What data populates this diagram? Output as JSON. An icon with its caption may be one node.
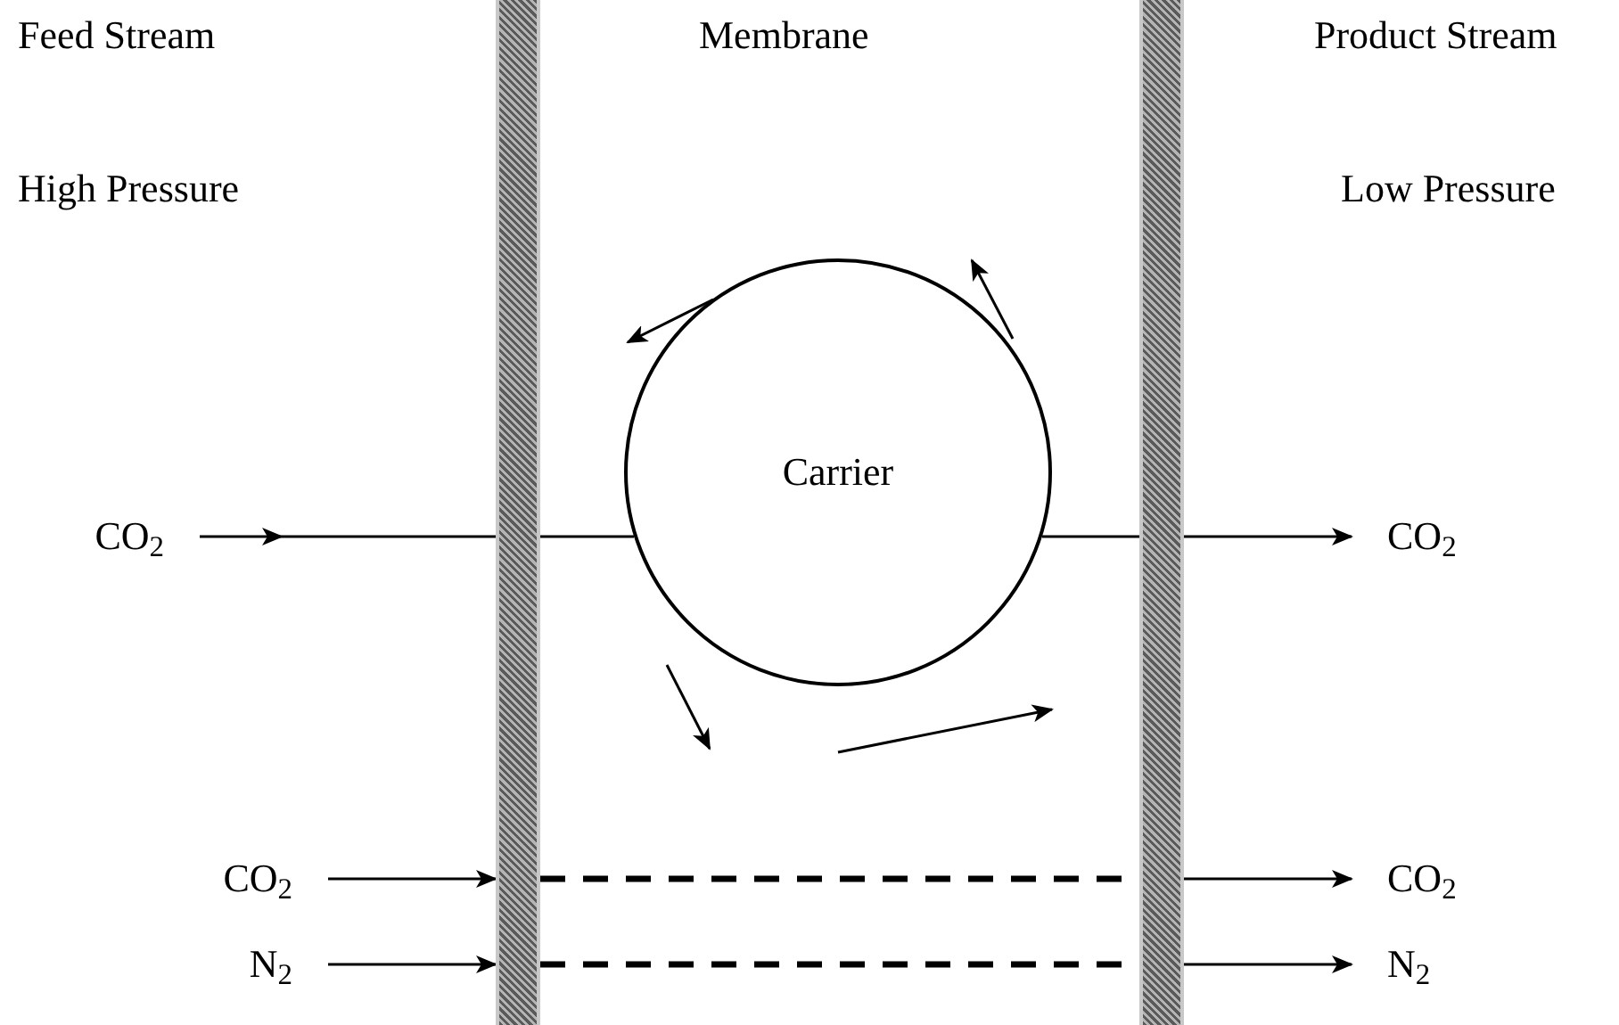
{
  "diagram": {
    "nodes": [
      {
        "text": [
          "CO$_{2}$"
        ]
      },
      {
        "text": [],
        "shape": "bar"
      },
      {
        "text": [
          "Carrier"
        ]
      },
      {
        "text": [],
        "shape": "bar"
      },
      {
        "text": [
          "CO$_{2}$"
        ]
      },
      {
        "text": [
          "CO$_{2}$"
        ]
      },
      {
        "text": [
          "N$_{2}$"
        ]
      },
      {
        "text": [
          "CO$_{2}$"
        ]
      },
      {
        "text": [
          "N$_{2}$"
        ]
      }
    ],
    "edges": [
      {
        "from": 0,
        "to": null,
        "arrow": "to"
      },
      {
        "from": null,
        "to": 1,
        "arrow": "none"
      },
      {
        "from": 1,
        "to": 2,
        "arrow": "none"
      },
      {
        "from": 2,
        "to": 3,
        "arrow": "none"
      },
      {
        "from": 3,
        "to": 4,
        "arrow": "to"
      },
      {
        "from": 5,
        "to": 1,
        "arrow": "to"
      },
      {
        "from": 6,
        "to": 1,
        "arrow": "to"
      },
      {
        "from": 1,
        "to": 3,
        "arrow": "none",
        "style": "dashed"
      },
      {
        "from": 1,
        "to": 3,
        "arrow": "none",
        "style": "dashed"
      },
      {
        "from": 3,
        "to": 7,
        "arrow": "to"
      },
      {
        "from": 3,
        "to": 8,
        "arrow": "to"
      }
    ],
    "labels": [
      "Feed Stream",
      "Membrane",
      "Product Stream",
      "High Pressure",
      "Low Pressure"
    ]
  }
}
